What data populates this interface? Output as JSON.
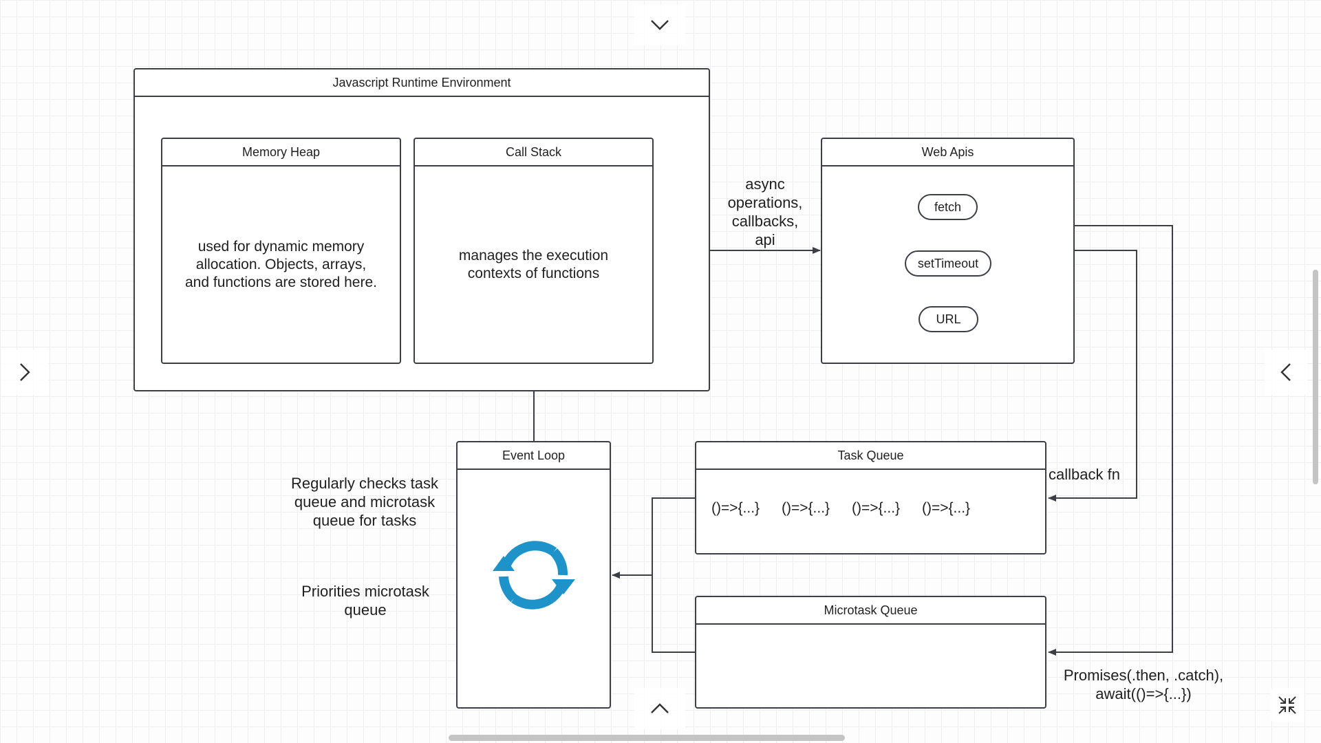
{
  "runtime": {
    "title": "Javascript Runtime Environment"
  },
  "memory_heap": {
    "title": "Memory Heap",
    "description": "used for dynamic memory allocation. Objects, arrays, and functions are stored here."
  },
  "call_stack": {
    "title": "Call Stack",
    "description": "manages the execution contexts of functions"
  },
  "web_apis": {
    "title": "Web Apis",
    "items": [
      "fetch",
      "setTimeout",
      "URL"
    ]
  },
  "event_loop": {
    "title": "Event Loop",
    "icon": "refresh-icon",
    "icon_color": "#1e93c9"
  },
  "task_queue": {
    "title": "Task Queue",
    "items": [
      "()=>{...}",
      "()=>{...}",
      "()=>{...}",
      "()=>{...}"
    ]
  },
  "microtask_queue": {
    "title": "Microtask Queue"
  },
  "labels": {
    "async": "async operations, callbacks, api",
    "callback": "callback fn",
    "promises": "Promises(.then, .catch), await(()=>{...})",
    "checks": "Regularly checks task queue and microtask queue for tasks",
    "priorities": "Priorities microtask queue"
  },
  "controls": {
    "top": "chevron-down-icon",
    "bottom": "chevron-up-icon",
    "left": "chevron-right-icon",
    "right": "chevron-left-icon",
    "fit": "collapse-icon"
  }
}
